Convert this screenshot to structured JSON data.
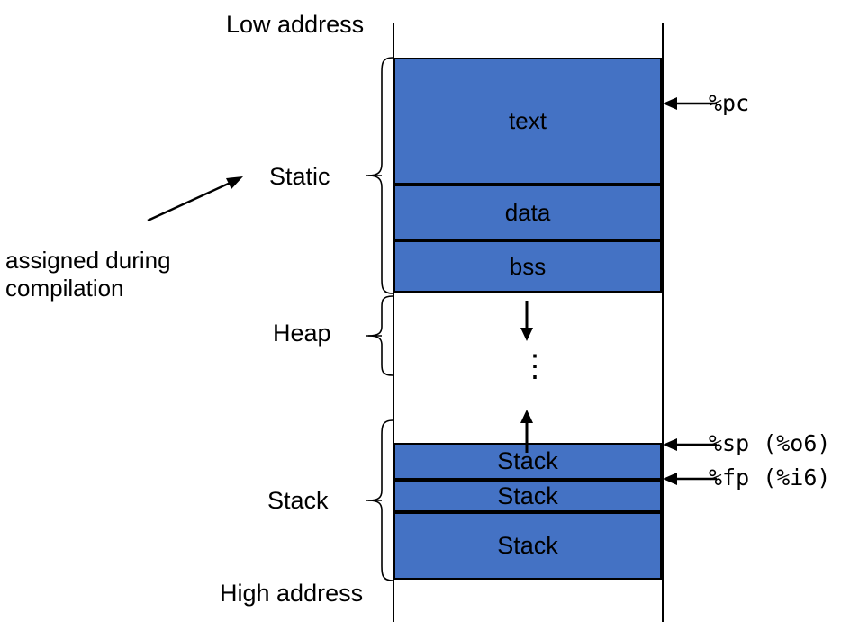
{
  "diagram": {
    "title_top": "Low address",
    "title_bottom": "High address",
    "note": "assigned during\ncompilation",
    "accent_color": "#4472C4",
    "line_color": "#000000",
    "group_labels": {
      "static": "Static",
      "heap": "Heap",
      "stack": "Stack"
    },
    "segments": [
      {
        "name": "text",
        "label": "text"
      },
      {
        "name": "data",
        "label": "data"
      },
      {
        "name": "bss",
        "label": "bss"
      },
      {
        "name": "stack1",
        "label": "Stack"
      },
      {
        "name": "stack2",
        "label": "Stack"
      },
      {
        "name": "stack3",
        "label": "Stack"
      }
    ],
    "heap_growth_down_icon": "arrow-down-icon",
    "heap_growth_up_icon": "arrow-up-icon",
    "heap_ellipsis": "⋮",
    "pointers": [
      {
        "name": "pc",
        "label": "%pc"
      },
      {
        "name": "sp",
        "label": "%sp (%o6)"
      },
      {
        "name": "fp",
        "label": "%fp (%i6)"
      }
    ]
  }
}
